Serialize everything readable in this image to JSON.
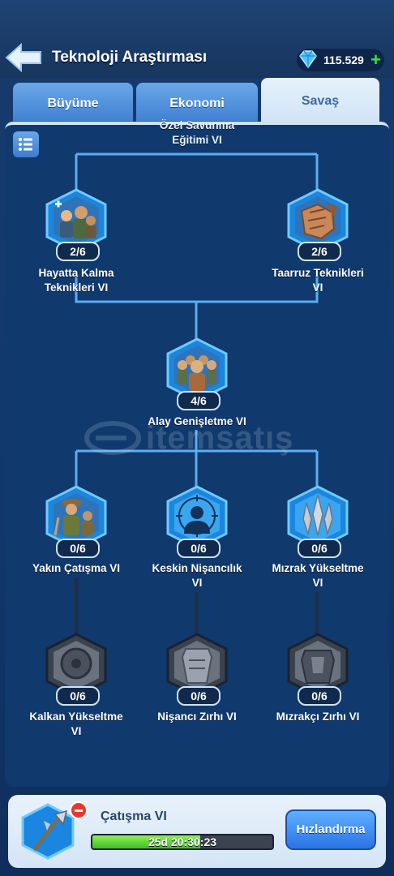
{
  "header": {
    "title": "Teknoloji Araştırması",
    "gems": "115.529"
  },
  "tabs": [
    {
      "label": "Büyüme",
      "active": false
    },
    {
      "label": "Ekonomi",
      "active": false
    },
    {
      "label": "Savaş",
      "active": true
    }
  ],
  "tree": {
    "top_label": "Özel Savunma\nEğitimi VI",
    "nodes": [
      {
        "id": "hayatta",
        "label": "Hayatta Kalma\nTeknikleri VI",
        "progress": "2/6"
      },
      {
        "id": "taarruz",
        "label": "Taarruz Teknikleri\nVI",
        "progress": "2/6"
      },
      {
        "id": "alay",
        "label": "Alay Genişletme VI",
        "progress": "4/6"
      },
      {
        "id": "yakin",
        "label": "Yakın Çatışma VI",
        "progress": "0/6"
      },
      {
        "id": "keskin",
        "label": "Keskin Nişancılık\nVI",
        "progress": "0/6"
      },
      {
        "id": "mizrak",
        "label": "Mızrak Yükseltme\nVI",
        "progress": "0/6"
      },
      {
        "id": "kalkan",
        "label": "Kalkan Yükseltme\nVI",
        "progress": "0/6"
      },
      {
        "id": "nisanci",
        "label": "Nişancı Zırhı VI",
        "progress": "0/6"
      },
      {
        "id": "mizrakci",
        "label": "Mızrakçı Zırhı VI",
        "progress": "0/6"
      }
    ]
  },
  "watermark": "itemsatış",
  "research": {
    "title": "Çatışma VI",
    "timer": "25d 20:30:23",
    "progress": 0.6,
    "speedup_label": "Hızlandırma"
  },
  "colors": {
    "accent": "#2a73e5",
    "line": "#5aaef2",
    "progress_green": "#3fbd22",
    "remove_red": "#e8382b"
  }
}
